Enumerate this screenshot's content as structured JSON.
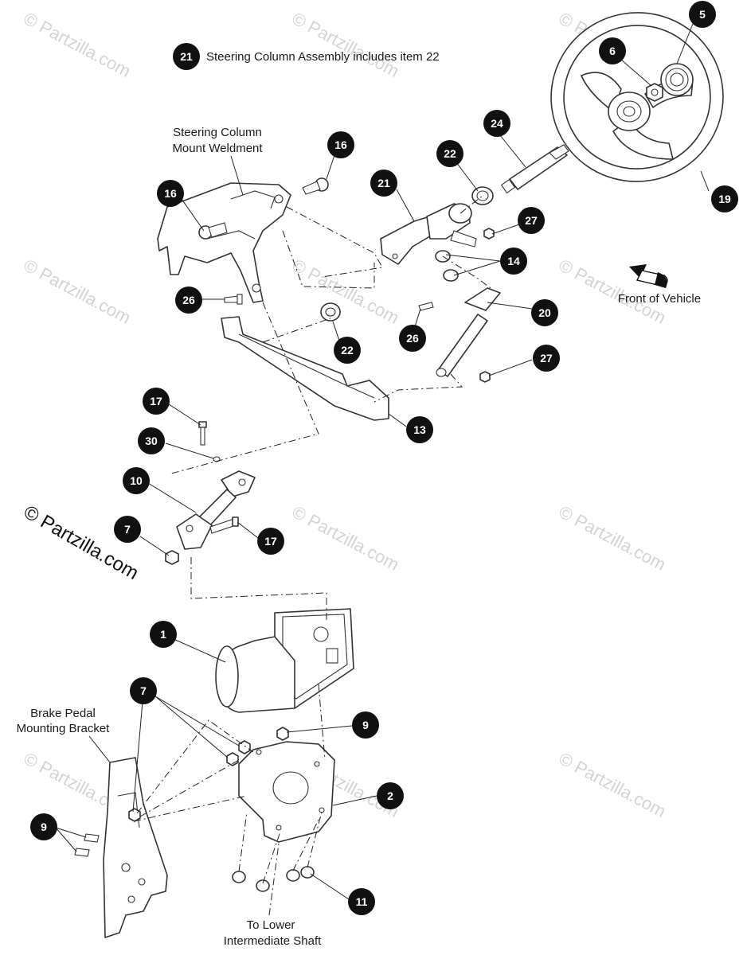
{
  "note": {
    "callout": "21",
    "text": "Steering Column Assembly includes item 22"
  },
  "labels": {
    "steering_column_mount": [
      "Steering Column",
      "Mount Weldment"
    ],
    "front_of_vehicle": "Front of Vehicle",
    "brake_pedal_bracket": [
      "Brake Pedal",
      "Mounting Bracket"
    ],
    "lower_shaft": [
      "To Lower",
      "Intermediate Shaft"
    ]
  },
  "copyright": "© Partzilla.com",
  "watermark": "© Partzilla.com",
  "callouts": [
    "5",
    "6",
    "24",
    "19",
    "16",
    "16",
    "22",
    "21",
    "27",
    "14",
    "26",
    "20",
    "26",
    "22",
    "27",
    "13",
    "17",
    "30",
    "10",
    "7",
    "17",
    "1",
    "7",
    "9",
    "2",
    "9",
    "11"
  ],
  "colors": {
    "callout_fill": "#111111",
    "line": "#333333",
    "watermark": "#d4d4d4"
  }
}
